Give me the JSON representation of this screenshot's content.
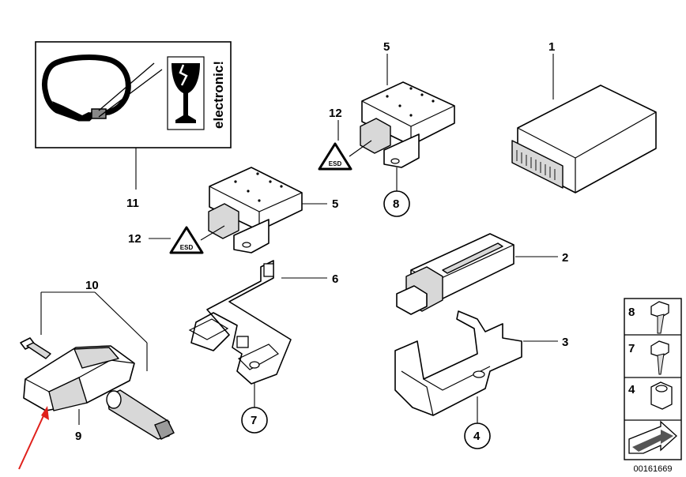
{
  "labels": {
    "l1": "1",
    "l2": "2",
    "l3": "3",
    "l4": "4",
    "l5a": "5",
    "l5b": "5",
    "l6": "6",
    "l7": "7",
    "l8": "8",
    "l9": "9",
    "l10": "10",
    "l11": "11",
    "l12a": "12",
    "l12b": "12"
  },
  "warning_box": {
    "text": "electronic!"
  },
  "legend": {
    "items": [
      {
        "num": "8",
        "icon": "hex-bolt-icon"
      },
      {
        "num": "7",
        "icon": "hex-screw-icon"
      },
      {
        "num": "4",
        "icon": "hex-nut-icon"
      }
    ],
    "catalog_number": "00161669"
  },
  "colors": {
    "pointer_arrow": "#e0201b"
  }
}
